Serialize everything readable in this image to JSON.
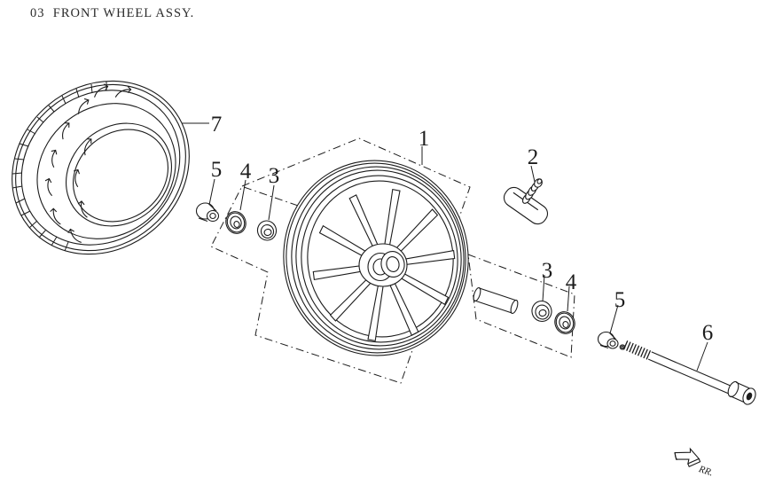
{
  "page": {
    "title": "03  FRONT WHEEL ASSY."
  },
  "direction": {
    "label": "RR."
  },
  "callouts": {
    "wheel": "1",
    "valve": "2",
    "seal_left": "3",
    "bearing_left": "4",
    "spacer_left": "5",
    "seal_right": "3",
    "bearing_right": "4",
    "spacer_right": "5",
    "axle_bolt": "6",
    "tire": "7"
  },
  "colors": {
    "line": "#1c1c1c",
    "background": "#ffffff"
  }
}
